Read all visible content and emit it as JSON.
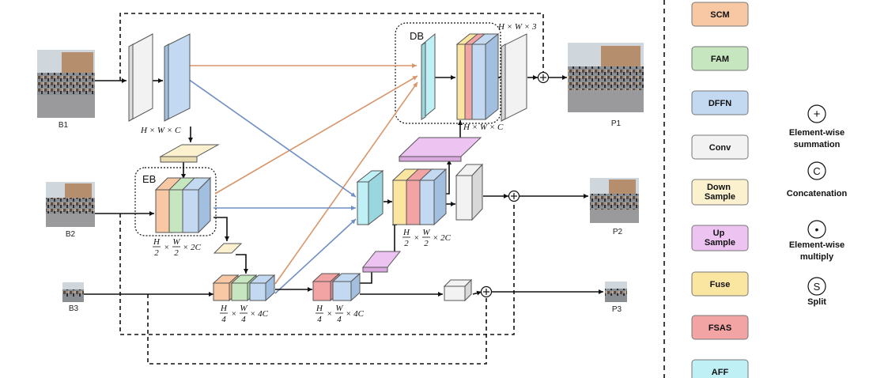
{
  "inputs": {
    "b1": "B1",
    "b2": "B2",
    "b3": "B3"
  },
  "outputs": {
    "p1": "P1",
    "p2": "P2",
    "p3": "P3"
  },
  "groups": {
    "db": "DB",
    "eb": "EB"
  },
  "dims": {
    "hw3": "H × W × 3",
    "hwc_top": "H × W × C",
    "hwc_db": "H × W × C",
    "half_num_h": "H",
    "half_num_w": "W",
    "half_den": "2",
    "half_tail": "× 2C",
    "quarter_num_h": "H",
    "quarter_num_w": "W",
    "quarter_den": "4",
    "quarter_tail": "× 4C",
    "times": "×"
  },
  "legend": {
    "items": [
      {
        "label": "SCM",
        "color": "#f8c8a4"
      },
      {
        "label": "FAM",
        "color": "#c6e6c0"
      },
      {
        "label": "DFFN",
        "color": "#c3d9f2"
      },
      {
        "label": "Conv",
        "color": "#f2f2f2"
      },
      {
        "label": "Down Sample",
        "color": "#fbf1cf"
      },
      {
        "label": "Up Sample",
        "color": "#ecc3f1"
      },
      {
        "label": "Fuse",
        "color": "#fbe6a1"
      },
      {
        "label": "FSAS",
        "color": "#f2a4a4"
      },
      {
        "label": "AFF",
        "color": "#bff0f6"
      }
    ],
    "ops": [
      {
        "symbol": "+",
        "label_1": "Element-wise",
        "label_2": "summation"
      },
      {
        "symbol": "C",
        "label_1": "Concatenation",
        "label_2": ""
      },
      {
        "symbol": "•",
        "label_1": "Element-wise",
        "label_2": "multiply"
      },
      {
        "symbol": "S",
        "label_1": "Split",
        "label_2": ""
      }
    ]
  },
  "colors": {
    "scm": "#f8c8a4",
    "fam": "#c6e6c0",
    "dffn": "#c3d9f2",
    "conv": "#f2f2f2",
    "down": "#fbf1cf",
    "up": "#ecc3f1",
    "fuse": "#fbe6a1",
    "fsas": "#f2a4a4",
    "aff": "#bff0f6",
    "arrow_orange": "#d9956a",
    "arrow_blue": "#6f8fc4"
  }
}
